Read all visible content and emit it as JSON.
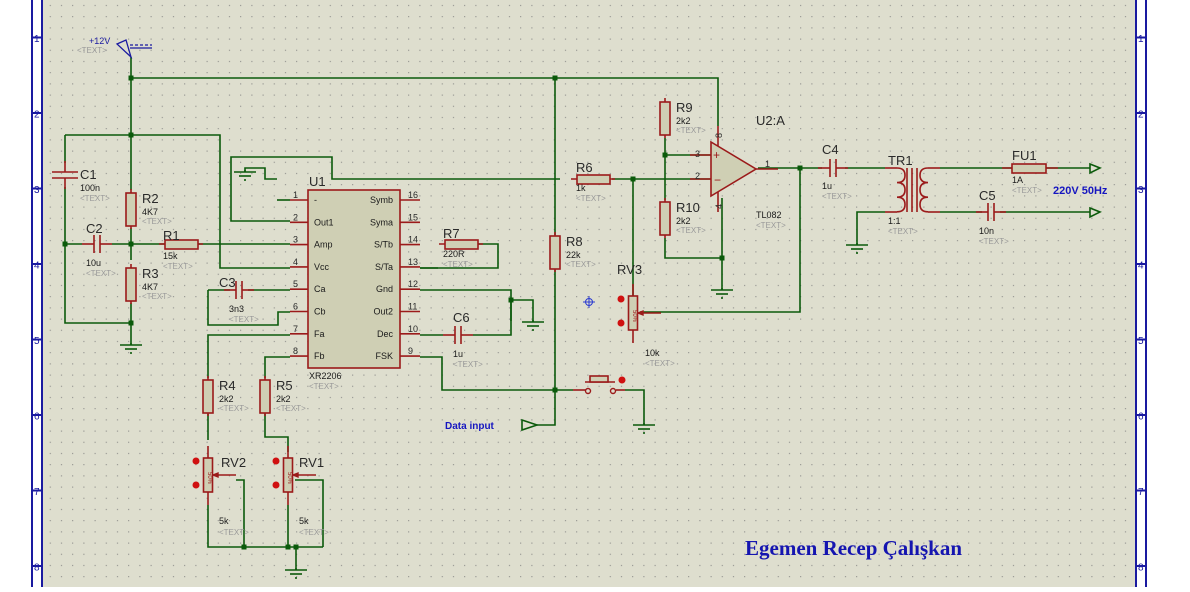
{
  "sheet": {
    "background": "#dedece",
    "grid_dot_color": "#7a7a7a",
    "border_color": "#1a1aa0",
    "wire_color": "#0b5a0b",
    "component_color": "#9b1a1a",
    "body_fill": "#cfcfb4",
    "zone_numbers": [
      "1",
      "2",
      "3",
      "4",
      "5",
      "6",
      "7",
      "8"
    ]
  },
  "power": {
    "label": "+12V",
    "text": "<TEXT>"
  },
  "components": {
    "C1": {
      "ref": "C1",
      "value": "100n",
      "text": "<TEXT>"
    },
    "C2": {
      "ref": "C2",
      "value": "10u",
      "text": "<TEXT>"
    },
    "C3": {
      "ref": "C3",
      "value": "3n3",
      "text": "<TEXT>"
    },
    "C4": {
      "ref": "C4",
      "value": "1u",
      "text": "<TEXT>"
    },
    "C5": {
      "ref": "C5",
      "value": "10n",
      "text": "<TEXT>"
    },
    "C6": {
      "ref": "C6",
      "value": "1u",
      "text": "<TEXT>"
    },
    "R1": {
      "ref": "R1",
      "value": "15k",
      "text": "<TEXT>"
    },
    "R2": {
      "ref": "R2",
      "value": "4K7",
      "text": "<TEXT>"
    },
    "R3": {
      "ref": "R3",
      "value": "4K7",
      "text": "<TEXT>"
    },
    "R4": {
      "ref": "R4",
      "value": "2k2",
      "text": "<TEXT>"
    },
    "R5": {
      "ref": "R5",
      "value": "2k2",
      "text": "<TEXT>"
    },
    "R6": {
      "ref": "R6",
      "value": "1k",
      "text": "<TEXT>"
    },
    "R7": {
      "ref": "R7",
      "value": "220R",
      "text": "<TEXT>"
    },
    "R8": {
      "ref": "R8",
      "value": "22k",
      "text": "<TEXT>"
    },
    "R9": {
      "ref": "R9",
      "value": "2k2",
      "text": "<TEXT>"
    },
    "R10": {
      "ref": "R10",
      "value": "2k2",
      "text": "<TEXT>"
    },
    "RV1": {
      "ref": "RV1",
      "value": "5k",
      "text": "<TEXT>",
      "wiper_label": "50%"
    },
    "RV2": {
      "ref": "RV2",
      "value": "5k",
      "text": "<TEXT>",
      "wiper_label": "50%"
    },
    "RV3": {
      "ref": "RV3",
      "value": "10k",
      "text": "<TEXT>",
      "wiper_label": "50%"
    },
    "U1": {
      "ref": "U1",
      "part": "XR2206",
      "text": "<TEXT>",
      "left_pins": [
        {
          "num": "1",
          "name": "-"
        },
        {
          "num": "2",
          "name": "Out1"
        },
        {
          "num": "3",
          "name": "Amp"
        },
        {
          "num": "4",
          "name": "Vcc"
        },
        {
          "num": "5",
          "name": "Ca"
        },
        {
          "num": "6",
          "name": "Cb"
        },
        {
          "num": "7",
          "name": "Fa"
        },
        {
          "num": "8",
          "name": "Fb"
        }
      ],
      "right_pins": [
        {
          "num": "16",
          "name": "Symb"
        },
        {
          "num": "15",
          "name": "Syma"
        },
        {
          "num": "14",
          "name": "S/Tb"
        },
        {
          "num": "13",
          "name": "S/Ta"
        },
        {
          "num": "12",
          "name": "Gnd"
        },
        {
          "num": "11",
          "name": "Out2"
        },
        {
          "num": "10",
          "name": "Dec"
        },
        {
          "num": "9",
          "name": "FSK"
        }
      ]
    },
    "U2": {
      "ref": "U2:A",
      "part": "TL082",
      "text": "<TEXT>",
      "pin_plus": "3",
      "pin_minus": "2",
      "pin_out": "1",
      "pin_vp": "8",
      "pin_vn": "4"
    },
    "TR1": {
      "ref": "TR1",
      "value": "1:1",
      "text": "<TEXT>"
    },
    "FU1": {
      "ref": "FU1",
      "value": "1A",
      "text": "<TEXT>"
    }
  },
  "net_labels": {
    "output": "220V 50Hz",
    "data_input": "Data input"
  },
  "author": "Egemen Recep Çalışkan"
}
